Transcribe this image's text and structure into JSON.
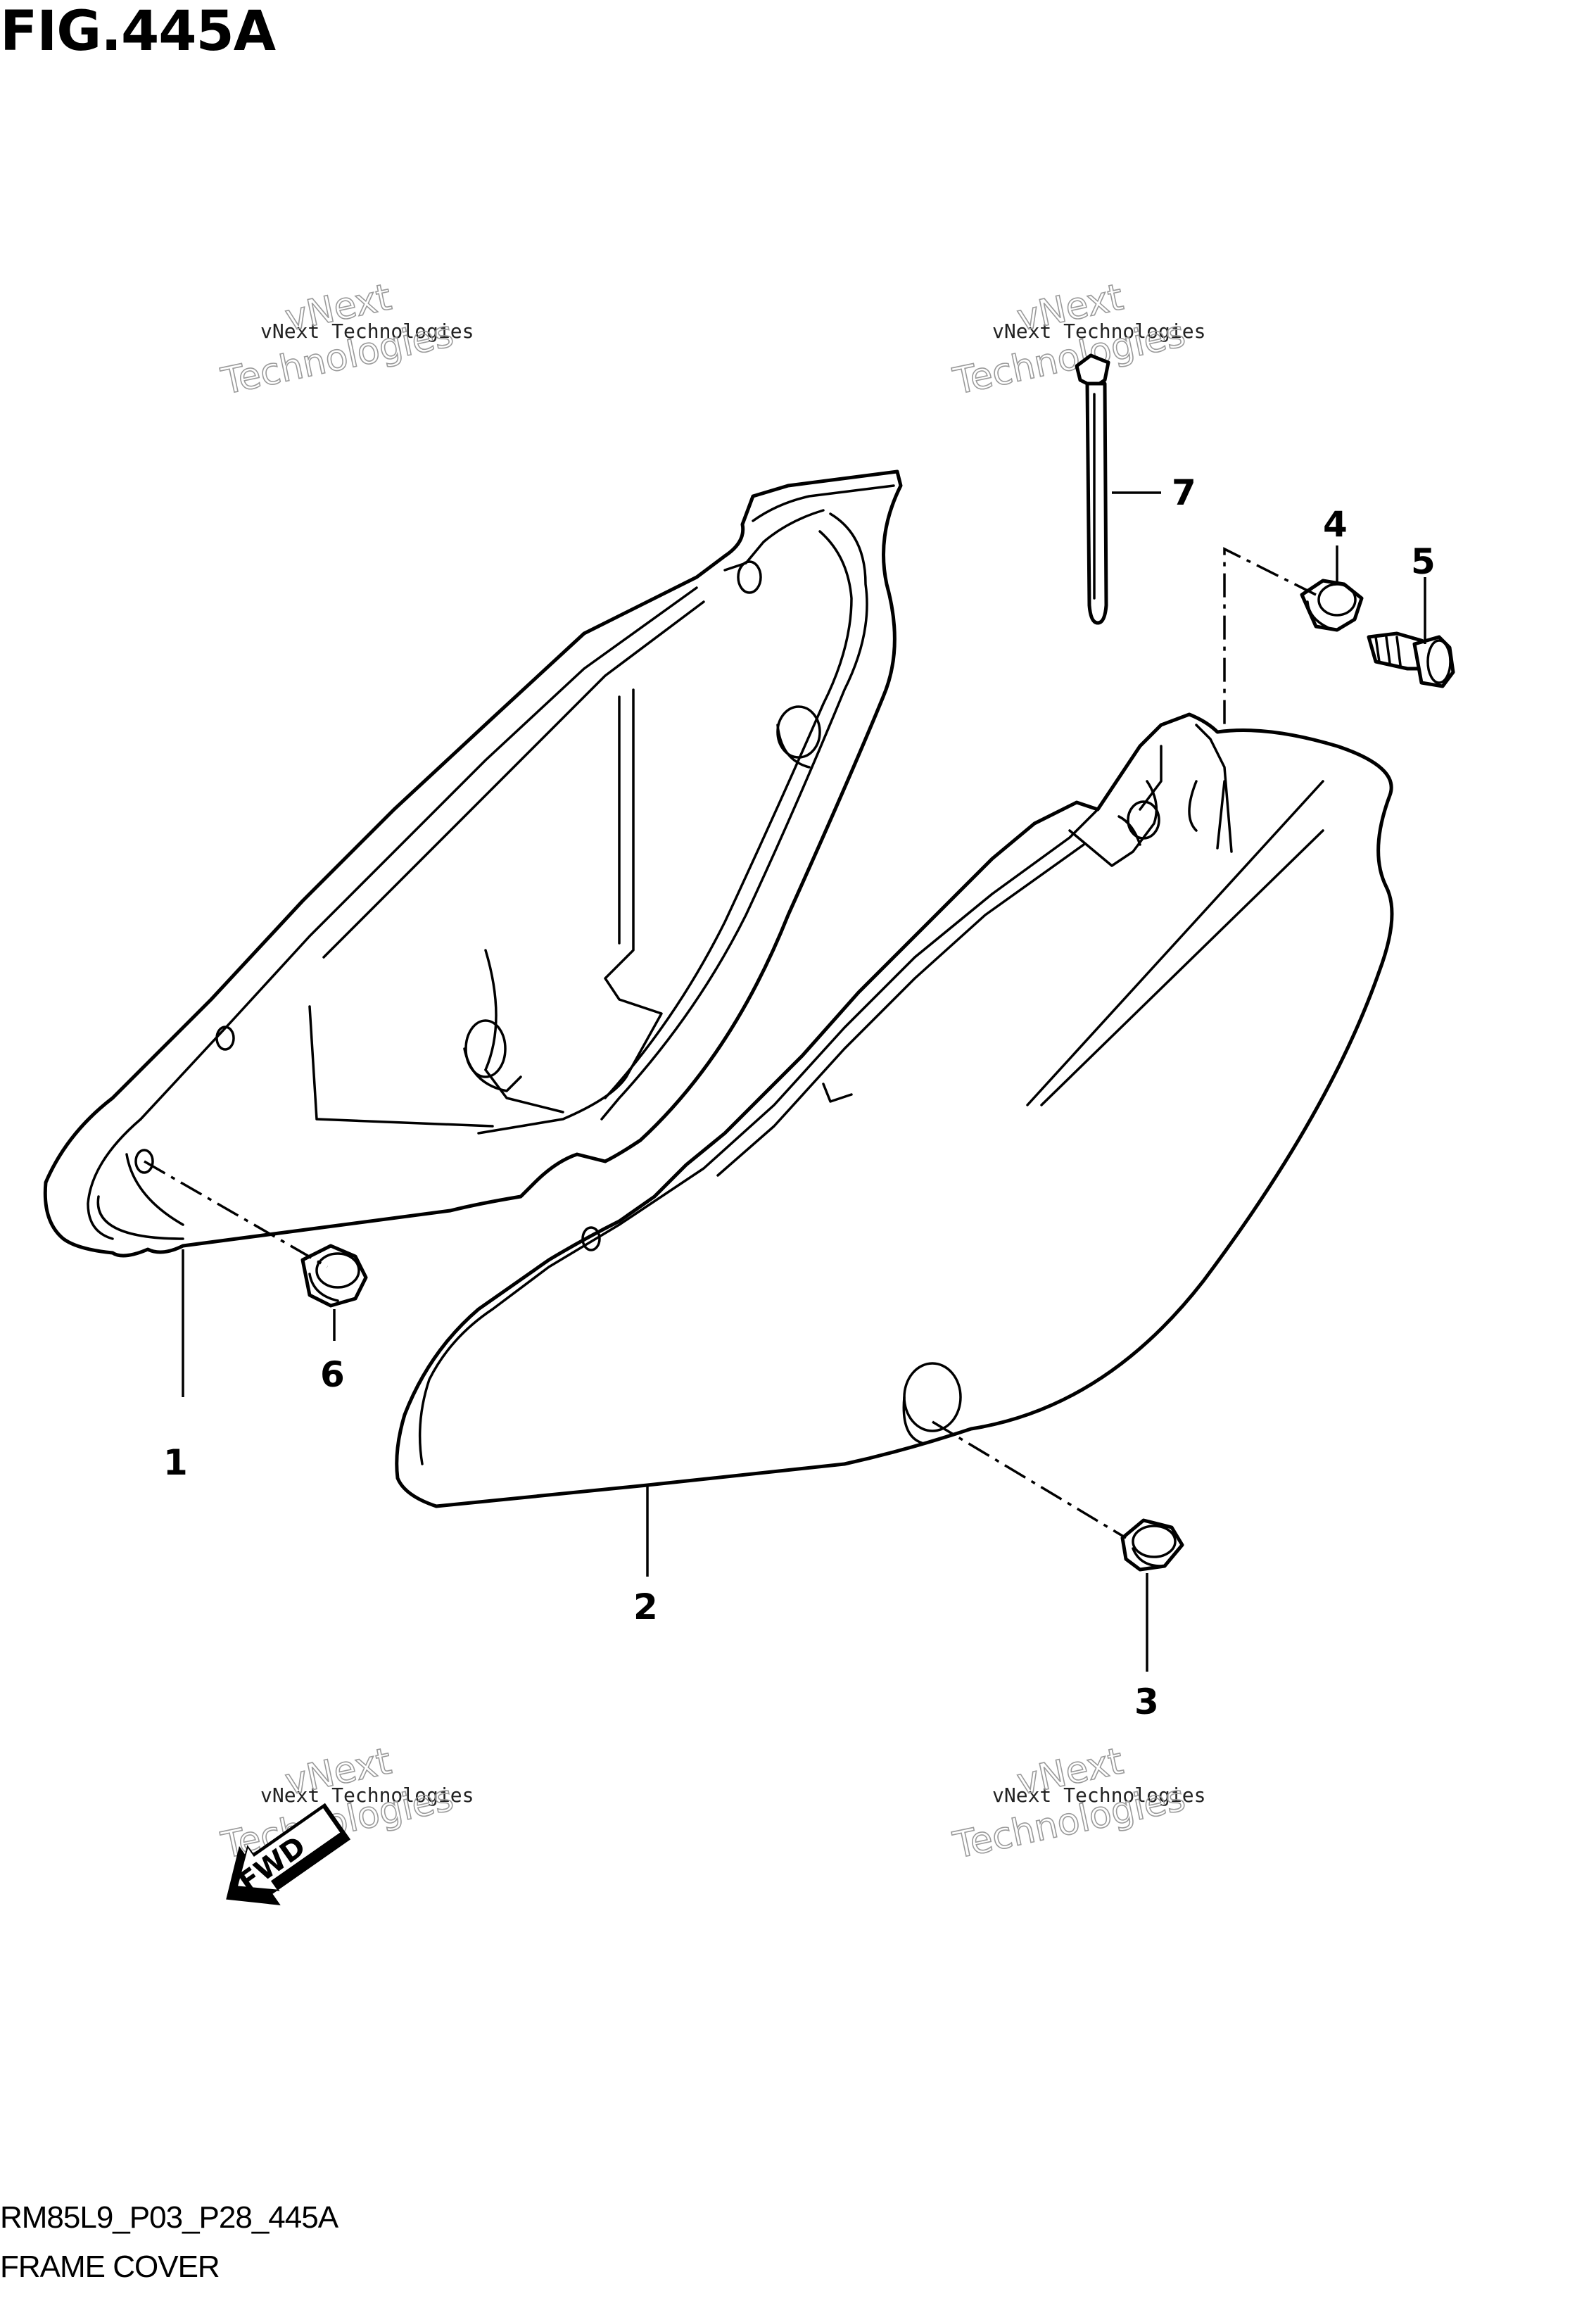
{
  "figure": {
    "title": "FIG.445A",
    "code": "RM85L9_P03_P28_445A",
    "name": "FRAME COVER"
  },
  "callouts": [
    {
      "ref": "1",
      "label": "1"
    },
    {
      "ref": "2",
      "label": "2"
    },
    {
      "ref": "3",
      "label": "3"
    },
    {
      "ref": "4",
      "label": "4"
    },
    {
      "ref": "5",
      "label": "5"
    },
    {
      "ref": "6",
      "label": "6"
    },
    {
      "ref": "7",
      "label": "7"
    }
  ],
  "direction_arrow": {
    "label": "FWD"
  },
  "watermark": {
    "line1": "vNext Technologies",
    "line2": "Technologies",
    "line3": "vNext"
  }
}
